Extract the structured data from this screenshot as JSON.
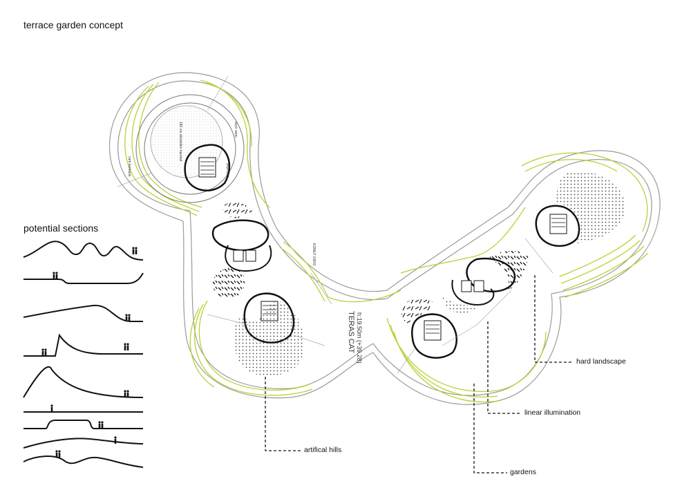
{
  "title": "terrace garden concept",
  "sections_title": "potential sections",
  "callouts": {
    "hard_landscape": "hard landscape",
    "linear_illumination": "linear illumination",
    "artificial_hills": "artifical hills",
    "gardens": "gardens"
  },
  "plan_labels": {
    "teras_cat": "TERAS CAT",
    "height": "h:19.50m (+39.28)",
    "konut_girisi": "KONUT GIRIS",
    "seyir_alani": "seyir alanı",
    "cam_korkuluk": "cam korkuluk",
    "donme_hareket": "180 cm dönebilen hareket",
    "yesil_alan": "yeşil alan"
  },
  "colors": {
    "outline": "#9a9a9a",
    "green": "#b4d334",
    "ink": "#111111"
  }
}
